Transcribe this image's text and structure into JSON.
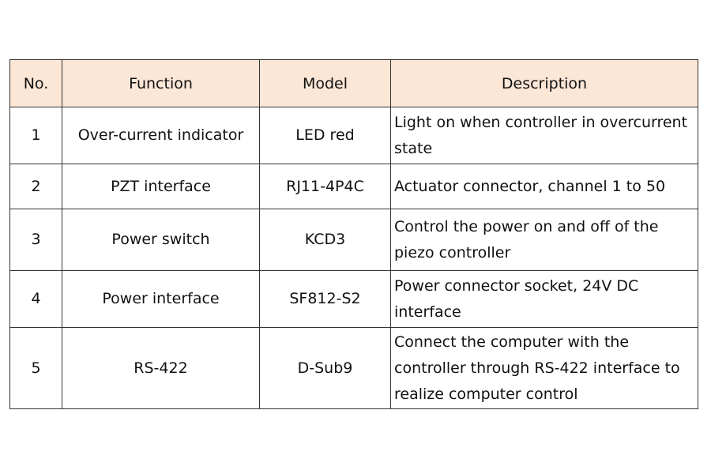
{
  "table": {
    "headers": [
      "No.",
      "Function",
      "Model",
      "Description"
    ],
    "rows": [
      {
        "no": "1",
        "function": "Over-current indicator",
        "model": "LED red",
        "description": "Light on when controller in overcurrent state"
      },
      {
        "no": "2",
        "function": "PZT interface",
        "model": "RJ11-4P4C",
        "description": "Actuator connector, channel 1 to 50"
      },
      {
        "no": "3",
        "function": "Power switch",
        "model": "KCD3",
        "description": "Control the power on and off of the piezo controller"
      },
      {
        "no": "4",
        "function": "Power interface",
        "model": "SF812-S2",
        "description": "Power connector socket, 24V DC interface"
      },
      {
        "no": "5",
        "function": "RS-422",
        "model": "D-Sub9",
        "description": "Connect the computer with the controller through RS-422 interface to realize computer control"
      }
    ]
  },
  "colors": {
    "header_background": "#fce6d6",
    "border": "#333333"
  }
}
